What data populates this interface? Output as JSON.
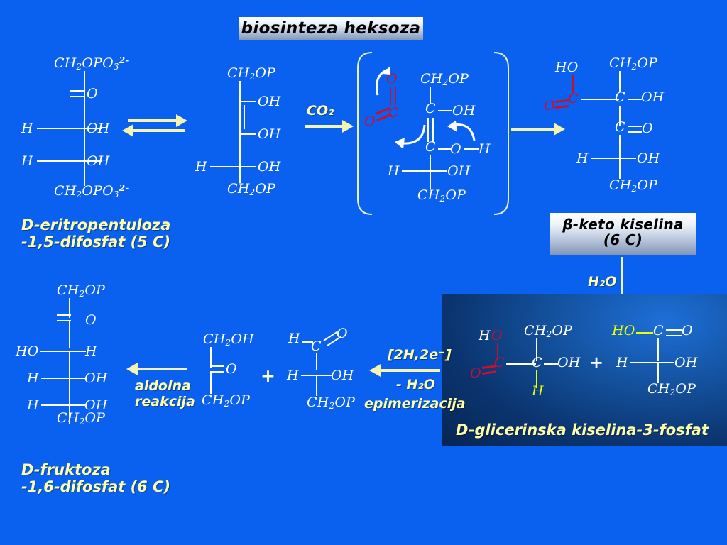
{
  "title": {
    "text": "biosinteza heksoza"
  },
  "structure_1": {
    "name": "D-eritropentuloza-1,5-difosfat",
    "caption_line1": "D-eritropentuloza",
    "caption_line2": "-1,5-difosfat (5 C)",
    "top": "CH₂OPO₃²⁻",
    "c2_right": "O",
    "c3_left": "H",
    "c3_right": "OH",
    "c4_left": "H",
    "c4_right": "OH",
    "bottom": "CH₂OPO₃²⁻"
  },
  "equilibrium_arrow": {
    "label": ""
  },
  "structure_2": {
    "name": "enediol-intermedijer-prekursor",
    "top": "CH₂OP",
    "c2_right": "OH",
    "c3_right": "OH",
    "c4_left": "H",
    "c4_right": "OH",
    "bottom": "CH₂OP"
  },
  "arrow_co2": {
    "label": "CO₂"
  },
  "structure_3": {
    "name": "prelazno-stanje-karboksilacija",
    "co2_top_o": "O",
    "co2_c": "C",
    "co2_left_o": "O",
    "top": "CH₂OP",
    "c2": "C",
    "c2_right": "OH",
    "c3": "C",
    "c3_o": "O",
    "c3_h": "H",
    "c4_left": "H",
    "c4_right": "OH",
    "bottom": "CH₂OP"
  },
  "structure_4": {
    "name": "beta-keto-kiselina",
    "caption_line1": "β-keto kiselina",
    "caption_line2": "(6 C)",
    "acid_ho": "HO",
    "acid_c": "C",
    "acid_o": "O",
    "top": "CH₂OP",
    "c2": "C",
    "c2_right": "OH",
    "c3": "C",
    "c3_right": "O",
    "c4_left": "H",
    "c4_right": "OH",
    "bottom": "CH₂OP"
  },
  "arrow_h2o": {
    "label": "H₂O"
  },
  "dark_panel": {
    "caption": "D-glicerinska kiselina-3-fosfat",
    "plus": "+",
    "left_structure": {
      "name": "glicerinska-kiselina-3-fosfat-levo",
      "acid_h": "H",
      "acid_o": "O",
      "acid_c": "C",
      "acid_o2": "O",
      "top": "CH₂OP",
      "c2": "C",
      "c2_right": "OH",
      "c2_bottom_h": "H"
    },
    "right_structure": {
      "name": "glicerinska-kiselina-3-fosfat-desno",
      "acid_ho": "HO",
      "acid_c": "C",
      "acid_o": "O",
      "c2_left": "H",
      "c2_right": "OH",
      "bottom": "CH₂OP"
    }
  },
  "arrow_reduction": {
    "top_label": "[2H,2e⁻]",
    "mid_label": "- H₂O",
    "bottom_label": "epimerizacija"
  },
  "structure_5": {
    "name": "dihidroksiaceton-fosfat",
    "top": "CH₂OH",
    "c2_right": "O",
    "bottom": "CH₂OP"
  },
  "plus_sign": {
    "text": "+"
  },
  "structure_6": {
    "name": "gliceraldehid-3-fosfat",
    "ald_h": "H",
    "ald_c": "C",
    "ald_o": "O",
    "c2_left": "H",
    "c2_right": "OH",
    "bottom": "CH₂OP"
  },
  "arrow_aldol": {
    "label_line1": "aldolna",
    "label_line2": "reakcija"
  },
  "structure_7": {
    "name": "D-fruktoza-1,6-difosfat",
    "caption_line1": "D-fruktoza",
    "caption_line2": "-1,6-difosfat (6 C)",
    "top": "CH₂OP",
    "c2_right": "O",
    "c3_left": "HO",
    "c3_right": "H",
    "c4_left": "H",
    "c4_right": "OH",
    "c5_left": "H",
    "c5_right": "OH",
    "bottom": "CH₂OP"
  },
  "colors": {
    "background": "#0a61ef",
    "bond_white": "#ffffff",
    "accent_red": "#c8102e",
    "accent_yellow": "#eaff00",
    "label_yellow": "#ffffaa",
    "arrow": "#f5f5b0"
  }
}
